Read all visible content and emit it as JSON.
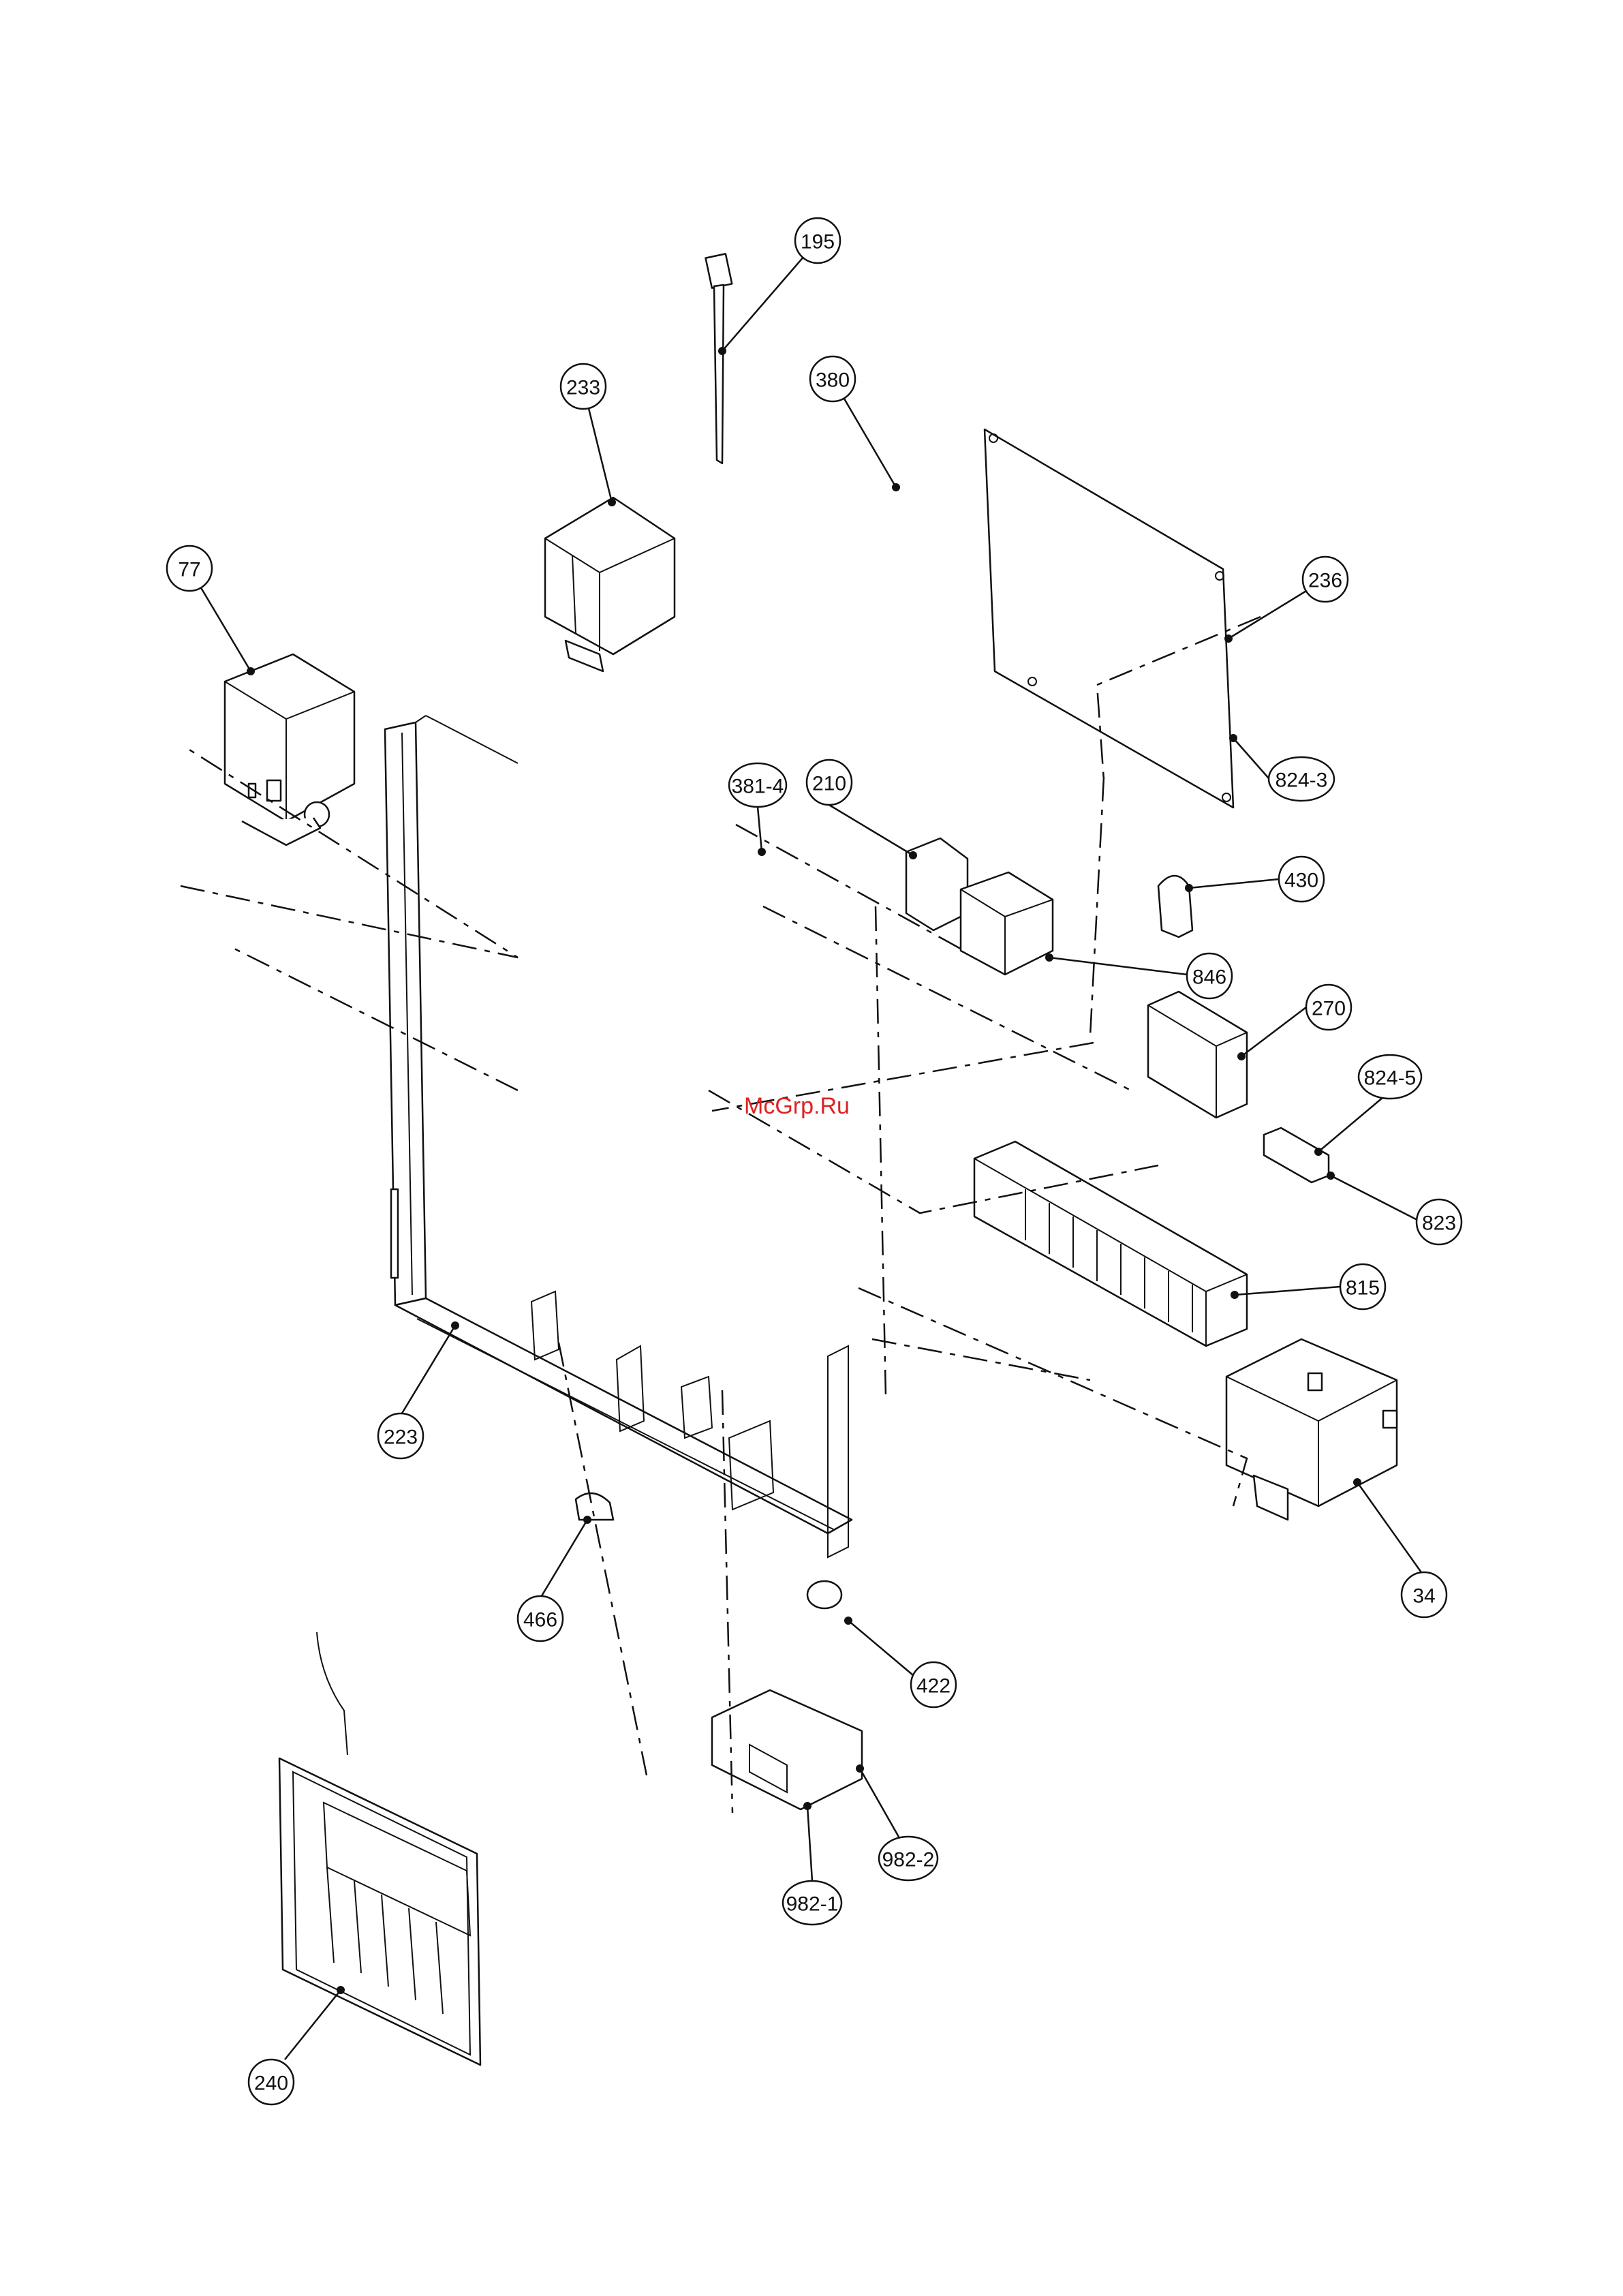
{
  "diagram": {
    "watermark": "McGrp.Ru",
    "callouts": [
      {
        "id": "195",
        "label": "195"
      },
      {
        "id": "380",
        "label": "380"
      },
      {
        "id": "233",
        "label": "233"
      },
      {
        "id": "77",
        "label": "77"
      },
      {
        "id": "236",
        "label": "236"
      },
      {
        "id": "824-3",
        "label": "824-3"
      },
      {
        "id": "381-4",
        "label": "381-4"
      },
      {
        "id": "210",
        "label": "210"
      },
      {
        "id": "430",
        "label": "430"
      },
      {
        "id": "846",
        "label": "846"
      },
      {
        "id": "270",
        "label": "270"
      },
      {
        "id": "824-5",
        "label": "824-5"
      },
      {
        "id": "823",
        "label": "823"
      },
      {
        "id": "815",
        "label": "815"
      },
      {
        "id": "223",
        "label": "223"
      },
      {
        "id": "34",
        "label": "34"
      },
      {
        "id": "466",
        "label": "466"
      },
      {
        "id": "422",
        "label": "422"
      },
      {
        "id": "982-2",
        "label": "982-2"
      },
      {
        "id": "982-1",
        "label": "982-1"
      },
      {
        "id": "240",
        "label": "240"
      }
    ]
  }
}
